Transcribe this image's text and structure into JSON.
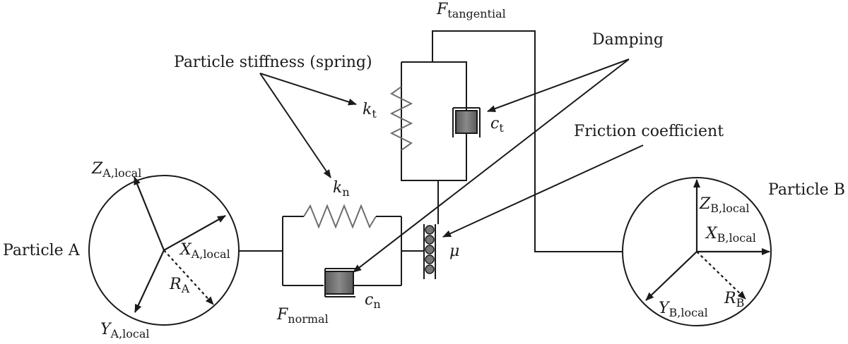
{
  "particles": {
    "a": {
      "name": "Particle A",
      "z_axis": {
        "sym": "Z",
        "sub": "A,local"
      },
      "x_axis": {
        "sym": "X",
        "sub": "A,local"
      },
      "y_axis": {
        "sym": "Y",
        "sub": "A,local"
      },
      "radius": {
        "sym": "R",
        "sub": "A"
      }
    },
    "b": {
      "name": "Particle B",
      "z_axis": {
        "sym": "Z",
        "sub": "B,local"
      },
      "x_axis": {
        "sym": "X",
        "sub": "B,local"
      },
      "y_axis": {
        "sym": "Y",
        "sub": "B,local"
      },
      "radius": {
        "sym": "R",
        "sub": "B"
      }
    }
  },
  "forces": {
    "tangential": {
      "sym": "F",
      "sub": "tangential"
    },
    "normal": {
      "sym": "F",
      "sub": "normal"
    }
  },
  "elements": {
    "kt": {
      "sym": "k",
      "sub": "t"
    },
    "kn": {
      "sym": "k",
      "sub": "n"
    },
    "ct": {
      "sym": "c",
      "sub": "t"
    },
    "cn": {
      "sym": "c",
      "sub": "n"
    },
    "mu": "μ"
  },
  "callouts": {
    "stiffness": "Particle stiffness (spring)",
    "damping": "Damping",
    "friction": "Friction coefficient"
  }
}
